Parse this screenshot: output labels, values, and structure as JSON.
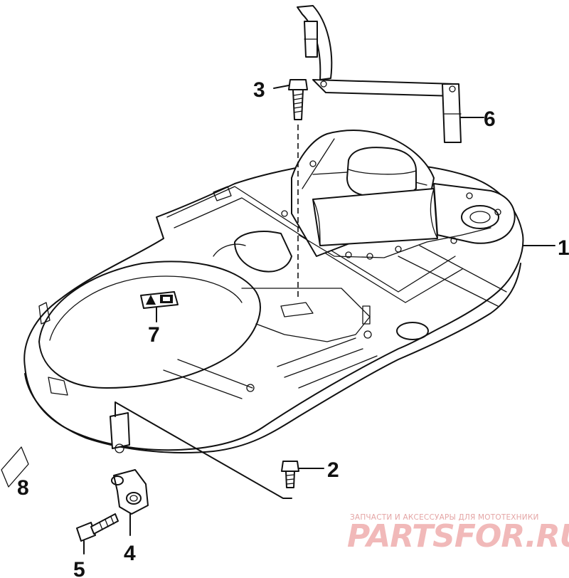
{
  "callouts": [
    "1",
    "2",
    "3",
    "4",
    "5",
    "6",
    "7",
    "8"
  ],
  "watermark": {
    "tagline": "ЗАПЧАСТИ И АКСЕССУАРЫ ДЛЯ МОТОТЕХНИКИ",
    "brand": "PARTSFOR.RU",
    "color": "#e8a3a3"
  }
}
